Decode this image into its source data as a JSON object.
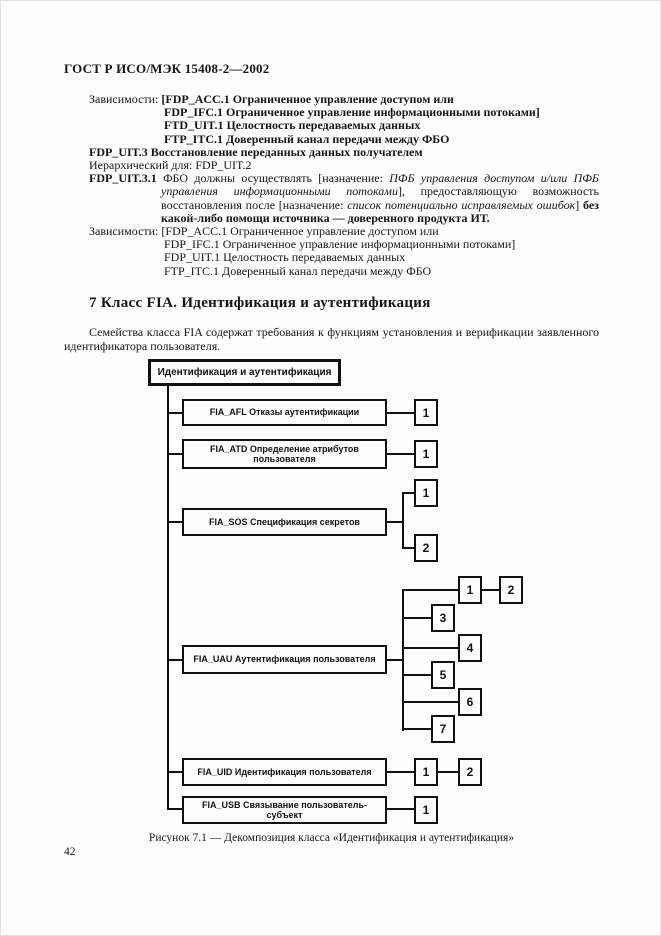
{
  "page": {
    "standard_header": "ГОСТ Р ИСО/МЭК 15408-2—2002",
    "page_number": "42"
  },
  "text": {
    "dep1_label": "Зависимости: ",
    "dep1_first": "[FDP_ACC.1 Ограниченное управление доступом или",
    "dep1_lines": [
      "FDP_IFC.1 Ограниченное управление информационными потоками]",
      "FTD_UIT.1 Целостность передаваемых данных",
      "FTP_ITC.1 Доверенный канал передачи между ФБО"
    ],
    "component_heading": "FDP_UIT.3 Восстановление переданных данных получателем",
    "hierarchical_line": "Иерархический для: FDP_UIT.2",
    "req_id": "FDP_UIT.3.1 ",
    "req_seg1": "ФБО должны осуществлять [назначение: ",
    "req_seg2_italic": "ПФБ управления доступом и/или ПФБ управления информационными потоками",
    "req_seg3": "], предоставляющую возможность восстановления после [назначение: ",
    "req_seg4_italic": "список потенциально исправляемых ошибок",
    "req_seg5": "] ",
    "req_seg6_bold": "без какой-либо помощи источника — доверенного продукта ИТ.",
    "dep2_label": "Зависимости: ",
    "dep2_first": "[FDP_ACC.1 Ограниченное управление доступом или",
    "dep2_lines": [
      "FDP_IFC.1 Ограниченное управление информационными потоками]",
      "FDP_UIT.1 Целостность передаваемых данных",
      "FTP_ITC.1 Доверенный канал передачи между ФБО"
    ],
    "section_heading": "7 Класс FIA. Идентификация и аутентификация",
    "intro_paragraph": "Семейства класса FIA содержат требования к функциям установления и верификации заявленного идентификатора пользователя."
  },
  "diagram": {
    "root_label": "Идентификация и аутентификация",
    "families": [
      {
        "label": "FIA_AFL Отказы аутентификации",
        "components": [
          "1"
        ]
      },
      {
        "label": "FIA_ATD Определение атрибутов пользователя",
        "components": [
          "1"
        ]
      },
      {
        "label": "FIA_SOS Спецификация секретов",
        "components": [
          "1",
          "2"
        ]
      },
      {
        "label": "FIA_UAU Аутентификация пользователя",
        "components": [
          "1",
          "2",
          "3",
          "4",
          "5",
          "6",
          "7"
        ]
      },
      {
        "label": "FIA_UID Идентификация пользователя",
        "components": [
          "1",
          "2"
        ]
      },
      {
        "label": "FIA_USB Связывание пользователь-субъект",
        "components": [
          "1"
        ]
      }
    ],
    "caption": "Рисунок 7.1 — Декомпозиция класса «Идентификация и аутентификация»"
  }
}
